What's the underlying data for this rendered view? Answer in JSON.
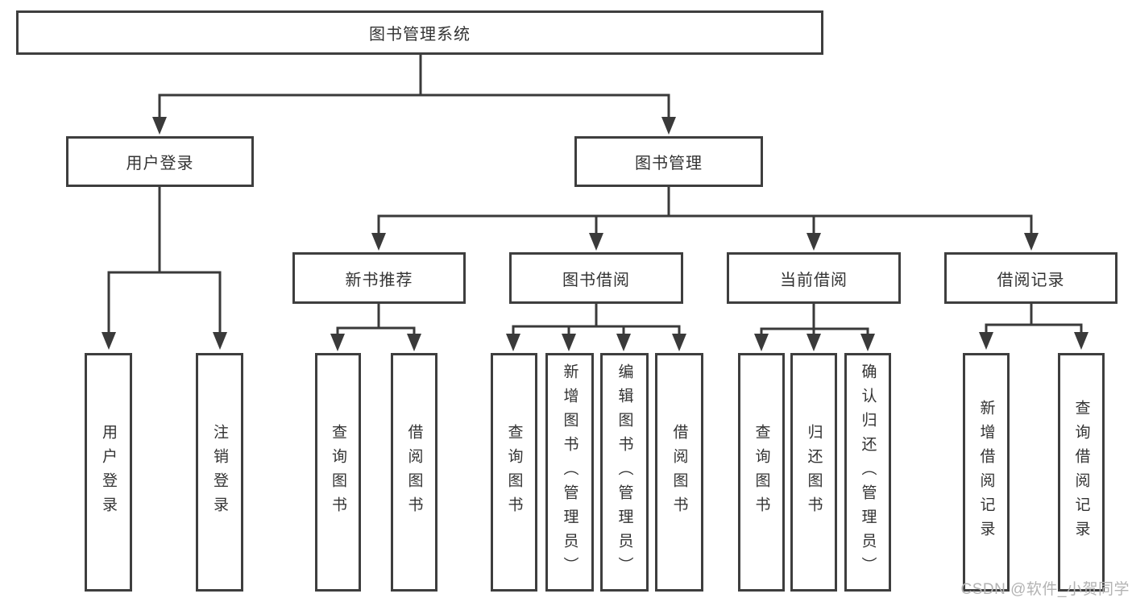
{
  "diagram": {
    "root_label": "图书管理系统",
    "level1": {
      "user_login": "用户登录",
      "book_mgmt": "图书管理"
    },
    "level2": {
      "new_books": "新书推荐",
      "borrow": "图书借阅",
      "current": "当前借阅",
      "records": "借阅记录"
    },
    "leaves": {
      "user_login": [
        "用户登录",
        "注销登录"
      ],
      "new_books": [
        "查询图书",
        "借阅图书"
      ],
      "borrow": [
        "查询图书",
        "新增图书（管理员）",
        "编辑图书（管理员）",
        "借阅图书"
      ],
      "current": [
        "查询图书",
        "归还图书",
        "确认归还（管理员）"
      ],
      "records": [
        "新增借阅记录",
        "查询借阅记录"
      ]
    },
    "watermark": "CSDN @软件_小贺同学",
    "colors": {
      "line": "#3a3a3a",
      "border": "#3e3e3e",
      "text": "#333333",
      "watermark": "#b3b3b3",
      "background": "#ffffff"
    }
  }
}
